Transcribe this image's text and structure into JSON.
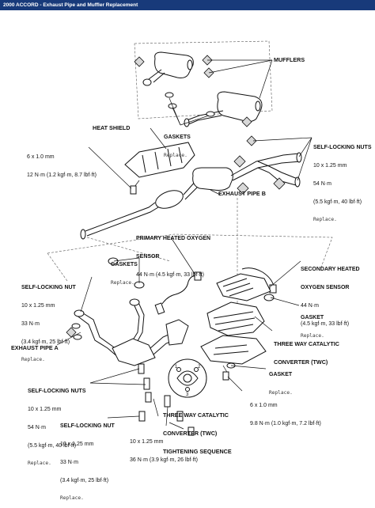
{
  "header": {
    "title": "2000 ACCORD - Exhaust Pipe and Muffler Replacement",
    "bar_color": "#183a7a"
  },
  "labels": {
    "mufflers": "MUFFLERS",
    "heat_shield": "HEAT SHIELD",
    "gaskets_top": {
      "title": "GASKETS",
      "note": "Replace."
    },
    "nut_top_right": {
      "title": "SELF-LOCKING NUTS",
      "spec1": "10 x 1.25 mm",
      "spec2": "54 N·m",
      "spec3": "(5.5 kgf·m, 40 lbf·ft)",
      "note": "Replace."
    },
    "bolt_top_left": {
      "spec1": "6 x 1.0 mm",
      "spec2": "12 N·m (1.2 kgf·m, 8.7 lbf·ft)"
    },
    "exhaust_pipe_b": "EXHAUST PIPE B",
    "primary_sensor": {
      "title1": "PRIMARY HEATED OXYGEN",
      "title2": "SENSOR",
      "spec": "44 N·m (4.5 kgf·m, 33 lbf·ft)"
    },
    "gaskets_mid": {
      "title": "GASKETS",
      "note": "Replace."
    },
    "nut_mid_left": {
      "title": "SELF-LOCKING NUT",
      "spec1": "10 x 1.25 mm",
      "spec2": "33 N·m",
      "spec3": "(3.4 kgf·m, 25 lbf·ft)",
      "note": "Replace."
    },
    "secondary_sensor": {
      "title1": "SECONDARY HEATED",
      "title2": "OXYGEN SENSOR",
      "spec1": "44 N·m",
      "spec2": "(4.5 kgf·m, 33 lbf·ft)"
    },
    "gasket_right_1": {
      "title": "GASKET",
      "note": "Replace."
    },
    "twc": {
      "line1": "THREE WAY CATALYTIC",
      "line2": "CONVERTER (TWC)"
    },
    "gasket_right_2": {
      "title": "GASKET",
      "note": "Replace."
    },
    "exhaust_pipe_a": "EXHAUST PIPE A",
    "nuts_bottom_left": {
      "title": "SELF-LOCKING NUTS",
      "spec1": "10 x 1.25 mm",
      "spec2": "54 N·m",
      "spec3": "(5.5 kgf·m, 40 lbf·ft)",
      "note": "Replace."
    },
    "nut_bottom_left": {
      "title": "SELF-LOCKING NUT",
      "spec1": "10 x 1.25 mm",
      "spec2": "33 N·m",
      "spec3": "(3.4 kgf·m, 25 lbf·ft)",
      "note": "Replace."
    },
    "bolt_bottom_right": {
      "spec1": "6 x 1.0 mm",
      "spec2": "9.8 N·m (1.0 kgf·m, 7.2 lbf·ft)"
    },
    "twc_sequence": {
      "line1": "THREE WAY CATALYTIC",
      "line2": "CONVERTER (TWC)",
      "line3": "TIGHTENING SEQUENCE"
    },
    "bolt_bottom_center": {
      "spec1": "10 x 1.25 mm",
      "spec2": "36 N·m (3.9 kgf·m, 26 lbf·ft)"
    },
    "sequence_numbers": [
      "1",
      "2",
      "3"
    ]
  }
}
